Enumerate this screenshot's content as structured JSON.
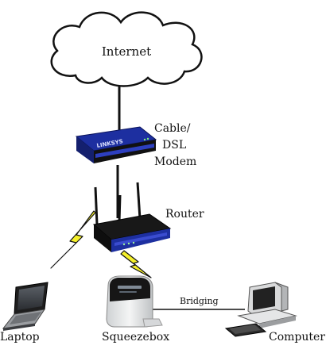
{
  "diagram": {
    "internet": {
      "label": "Internet"
    },
    "modem": {
      "label_line1": "Cable/",
      "label_line2": "DSL",
      "label_line3": "Modem",
      "brand": "LINKSYS"
    },
    "router": {
      "label": "Router"
    },
    "laptop": {
      "label": "Laptop"
    },
    "squeezebox": {
      "label": "Squeezebox"
    },
    "computer": {
      "label": "Computer"
    },
    "link_bridge": {
      "label": "Bridging"
    }
  },
  "colors": {
    "device_blue": "#1d2fa0",
    "device_black": "#151515",
    "wireless_bolt": "#f5f02a",
    "outline": "#111111"
  }
}
